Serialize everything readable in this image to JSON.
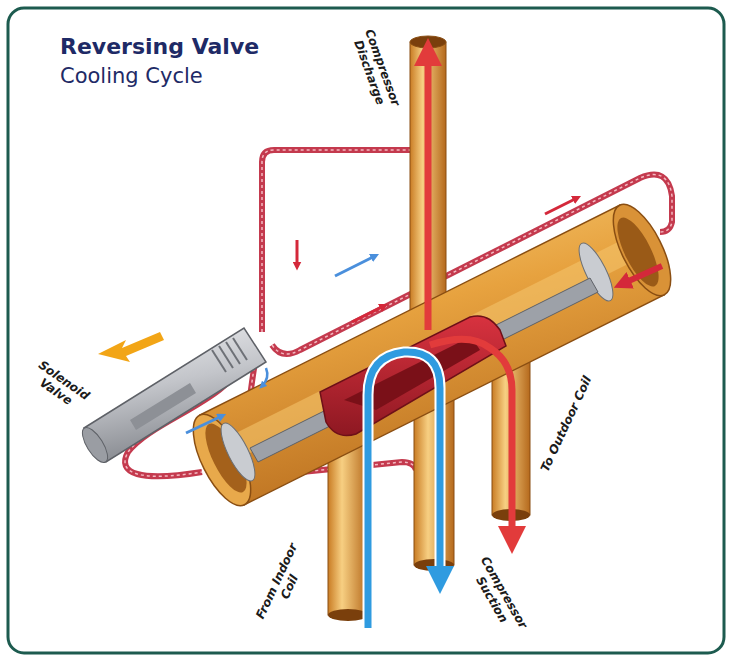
{
  "diagram": {
    "title": "Reversing Valve",
    "labels": [
      "Cooling Cycle",
      "Compressor Discharge",
      "Solenoid Valve",
      "To Outdoor Coil",
      "From Indoor Coil",
      "Compressor Suction"
    ]
  }
}
